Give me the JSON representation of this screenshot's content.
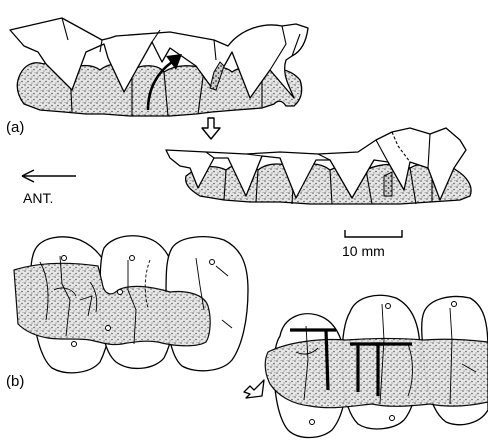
{
  "figure": {
    "panel_a_label": "(a)",
    "panel_b_label": "(b)",
    "direction_label": "ANT.",
    "scale_bar_label": "10 mm"
  },
  "icons": {
    "transition_arrow": "hollow-arrow-icon",
    "direction_arrow": "left-arrow-icon",
    "motion_arrow": "curved-arrow-icon"
  },
  "colors": {
    "ink": "#000000",
    "stipple": "#b9b9b9",
    "paper": "#ffffff"
  }
}
